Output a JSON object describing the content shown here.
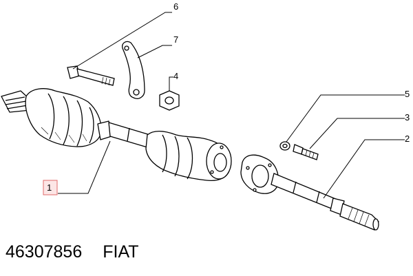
{
  "diagram": {
    "callouts": [
      {
        "id": "1",
        "label": "1",
        "highlighted": true
      },
      {
        "id": "2",
        "label": "2"
      },
      {
        "id": "3",
        "label": "3"
      },
      {
        "id": "4",
        "label": "4"
      },
      {
        "id": "5",
        "label": "5"
      },
      {
        "id": "6",
        "label": "6"
      },
      {
        "id": "7",
        "label": "7"
      }
    ],
    "highlight_color": "#e06a6a",
    "highlight_fill": "#fde6e6"
  },
  "footer": {
    "part_number": "46307856",
    "brand": "FIAT"
  }
}
